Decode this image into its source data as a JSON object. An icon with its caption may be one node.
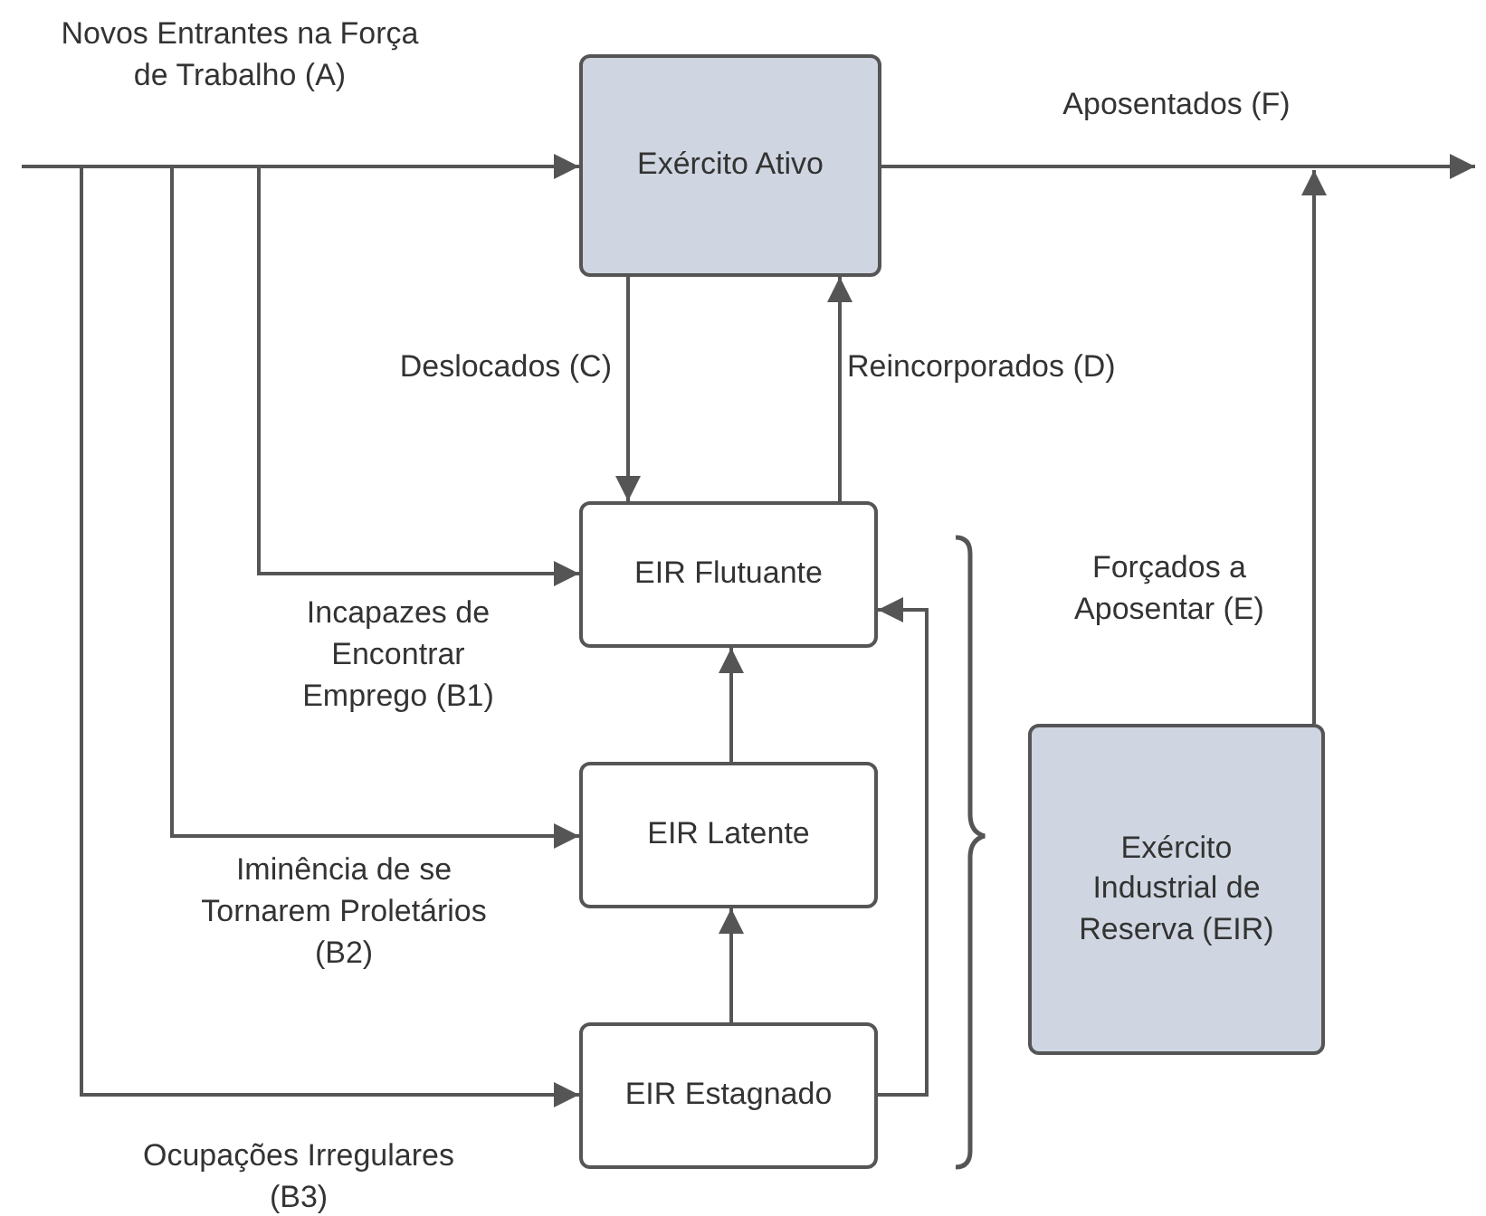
{
  "diagram": {
    "nodes": [
      {
        "text": [
          "Exército Ativo"
        ]
      },
      {
        "text": [
          "EIR Flutuante"
        ]
      },
      {
        "text": [
          "EIR Latente"
        ]
      },
      {
        "text": [
          "EIR Estagnado"
        ]
      },
      {
        "text": [
          "Exército Industrial de Reserva (EIR)"
        ]
      }
    ],
    "edges": [
      {
        "from": null,
        "to": 0,
        "arrow": "to",
        "label": "Novos Entrantes na Força de Trabalho (A)"
      },
      {
        "from": null,
        "to": 1,
        "arrow": "to",
        "label": "Incapazes de Encontrar Emprego (B1)"
      },
      {
        "from": null,
        "to": 2,
        "arrow": "to",
        "label": "Iminência de se Tornarem Proletários (B2)"
      },
      {
        "from": null,
        "to": 3,
        "arrow": "to",
        "label": "Ocupações Irregulares (B3)"
      },
      {
        "from": 0,
        "to": 1,
        "arrow": "to",
        "label": "Deslocados (C)"
      },
      {
        "from": 1,
        "to": 0,
        "arrow": "to",
        "label": "Reincorporados (D)"
      },
      {
        "from": 2,
        "to": 1,
        "arrow": "to"
      },
      {
        "from": 3,
        "to": 2,
        "arrow": "to"
      },
      {
        "from": 3,
        "to": 1,
        "arrow": "to"
      },
      {
        "from": 0,
        "to": null,
        "arrow": "to",
        "label": "Aposentados (F)"
      },
      {
        "from": 4,
        "to": null,
        "arrow": "to",
        "label": "Forçados a Aposentar (E)"
      }
    ]
  }
}
